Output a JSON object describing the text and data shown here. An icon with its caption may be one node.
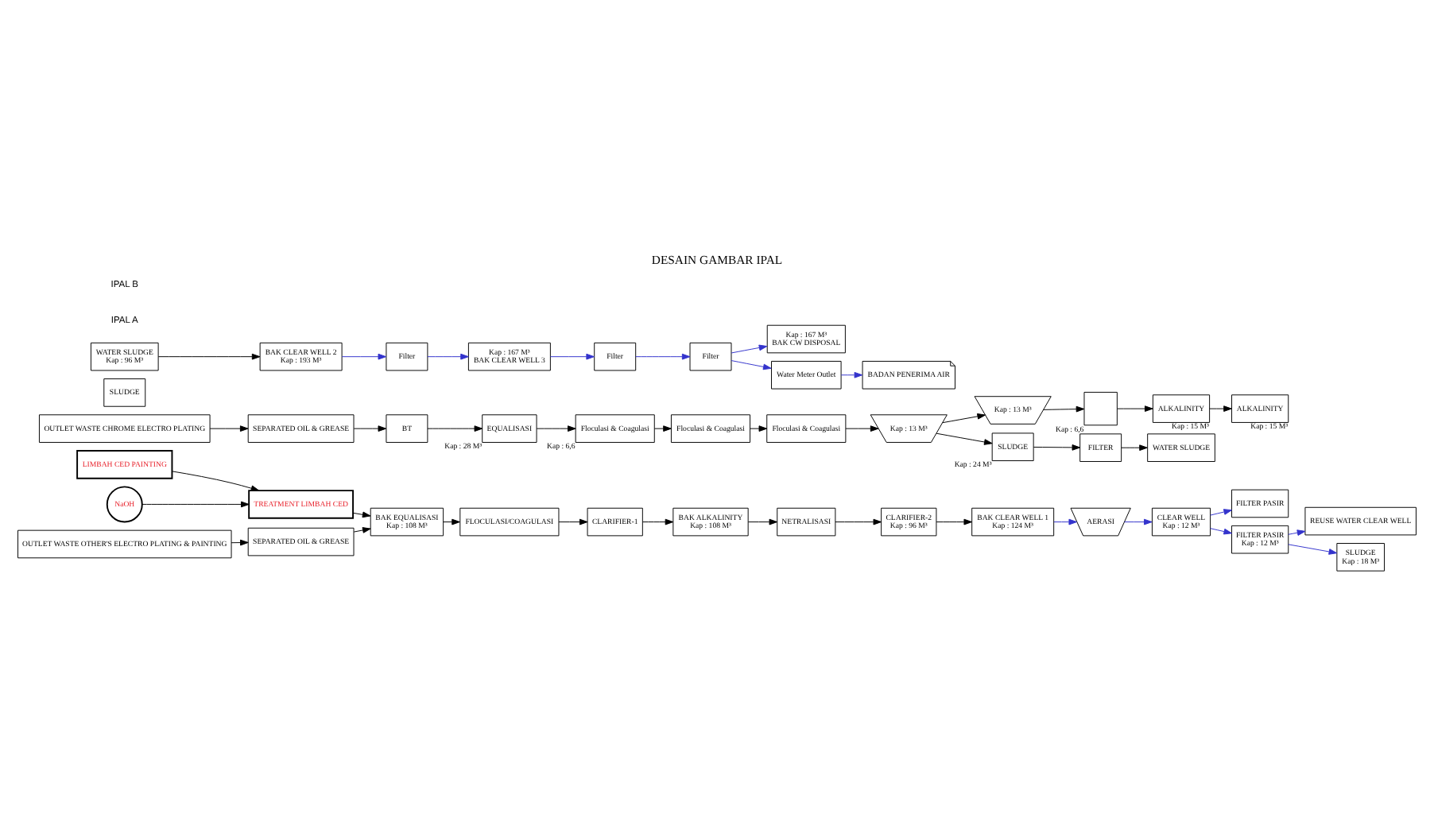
{
  "diagram": {
    "title": "DESAIN GAMBAR IPAL",
    "nodes": [
      {
        "text": [
          "LIMBAH CED PAINTING"
        ]
      },
      {
        "text": [
          "TREATMENT LIMBAH CED"
        ]
      },
      {
        "text": [
          "NaOH"
        ]
      },
      {
        "text": [
          "OUTLET WASTE OTHER'S ELECTRO PLATING & PAINTING"
        ]
      },
      {
        "text": [
          "SEPARATED OIL & GREASE"
        ]
      },
      {
        "text": [
          "OUTLET WASTE CHROME ELECTRO PLATING"
        ]
      },
      {
        "text": [
          "SEPARATED OIL & GREASE"
        ]
      },
      {
        "text": [
          "FLOCULASI/COAGULASI"
        ]
      },
      {
        "text": [
          "CLARIFIER-1"
        ]
      },
      {
        "text": [
          "NETRALISASI"
        ]
      },
      {
        "text": [
          "CLARIFIER-2",
          "Kap : 96 M³"
        ]
      },
      {
        "text": [
          "BAK EQUALISASI",
          "Kap : 108 M³"
        ]
      },
      {
        "text": [
          "BAK ALKALINITY",
          "Kap : 108 M³"
        ]
      },
      {
        "text": [
          "BAK CLEAR WELL 1",
          "Kap : 124 M³"
        ]
      },
      {
        "text": [
          "SLUDGE"
        ]
      },
      {
        "text": [
          "WATER SLUDGE",
          "Kap : 96 M³"
        ]
      },
      {
        "text": [
          "BAK CLEAR WELL 2",
          "Kap : 193 M³"
        ]
      },
      {
        "text": [
          "Kap : 167 M³",
          "BAK CLEAR WELL 3"
        ]
      },
      {
        "text": [
          "Kap : 167 M³",
          "BAK CW DISPOSAL"
        ]
      },
      {
        "text": [
          "Filter"
        ]
      },
      {
        "text": [
          "Filter"
        ]
      },
      {
        "text": [
          "Filter"
        ]
      },
      {
        "text": [
          "Water Meter Outlet"
        ]
      },
      {
        "text": [
          "BADAN PENERIMA AIR"
        ]
      },
      {
        "text": [
          "REUSE WATER CLEAR WELL"
        ]
      },
      {
        "text": [
          "AERASI"
        ]
      },
      {
        "text": [
          "CLEAR WELL",
          "Kap : 12 M³"
        ]
      },
      {
        "text": [
          "FILTER PASIR"
        ]
      },
      {
        "text": [
          "FILTER PASIR",
          "Kap : 12 M³"
        ]
      },
      {
        "text": [
          "SLUDGE",
          "Kap : 18 M³"
        ]
      },
      {
        "text": [
          "Floculasi & Coagulasi"
        ]
      },
      {
        "text": [
          "Floculasi & Coagulasi"
        ]
      },
      {
        "text": [
          "Floculasi & Coagulasi"
        ],
        "beside": [
          "Kap : 6,6"
        ]
      },
      {
        "text": [
          "Kap : 13 M³"
        ]
      },
      {
        "text": [
          "Kap : 13 M³"
        ]
      },
      {
        "text": [],
        "shape": "box",
        "beside": [
          "Kap : 6,6"
        ]
      },
      {
        "text": [
          "EQUALISASI"
        ],
        "beside": [
          "Kap : 28 M³"
        ]
      },
      {
        "text": [
          "SLUDGE"
        ],
        "beside": [
          "Kap : 24 M³"
        ]
      },
      {
        "text": [
          "FILTER"
        ]
      },
      {
        "text": [
          "WATER SLUDGE"
        ]
      },
      {
        "text": [
          "ALKALINITY"
        ],
        "beside": [
          "Kap : 15 M³"
        ]
      },
      {
        "text": [
          "ALKALINITY"
        ],
        "beside": [
          "Kap : 15 M³"
        ]
      },
      {
        "text": [
          "BT"
        ]
      }
    ],
    "edges": [
      {
        "from": 0,
        "to": 1,
        "arrow": "to"
      },
      {
        "from": 2,
        "to": 1,
        "arrow": "to"
      },
      {
        "from": 1,
        "to": 11,
        "arrow": "to"
      },
      {
        "from": 3,
        "to": 4,
        "arrow": "to"
      },
      {
        "from": 5,
        "to": 6,
        "arrow": "to"
      },
      {
        "from": 4,
        "to": 11,
        "arrow": "to"
      },
      {
        "from": 6,
        "to": 42,
        "arrow": "to"
      },
      {
        "from": 42,
        "to": 36,
        "arrow": "to"
      },
      {
        "from": 11,
        "to": 7,
        "arrow": "to"
      },
      {
        "from": 7,
        "to": 8,
        "arrow": "to"
      },
      {
        "from": 8,
        "to": 12,
        "arrow": "to"
      },
      {
        "from": 12,
        "to": 9,
        "arrow": "to"
      },
      {
        "from": 9,
        "to": 10,
        "arrow": "to"
      },
      {
        "from": 10,
        "to": 13,
        "arrow": "to"
      },
      {
        "from": 13,
        "to": 25,
        "arrow": "to",
        "color": "#3333cc"
      },
      {
        "from": 25,
        "to": 26,
        "arrow": "to",
        "color": "#3333cc"
      },
      {
        "from": 26,
        "to": 27,
        "arrow": "to",
        "color": "#3333cc"
      },
      {
        "from": 26,
        "to": 28,
        "arrow": "to",
        "color": "#3333cc"
      },
      {
        "from": 28,
        "to": 29,
        "arrow": "to",
        "color": "#3333cc"
      },
      {
        "from": 28,
        "to": 24,
        "arrow": "to",
        "color": "#3333cc"
      },
      {
        "from": 15,
        "to": 16,
        "arrow": "to"
      },
      {
        "from": 16,
        "to": 19,
        "arrow": "to",
        "color": "#3333cc"
      },
      {
        "from": 19,
        "to": 17,
        "arrow": "to",
        "color": "#3333cc"
      },
      {
        "from": 17,
        "to": 20,
        "arrow": "to",
        "color": "#3333cc"
      },
      {
        "from": 20,
        "to": 21,
        "arrow": "to",
        "color": "#3333cc"
      },
      {
        "from": 21,
        "to": 18,
        "arrow": "to",
        "color": "#3333cc"
      },
      {
        "from": 21,
        "to": 22,
        "arrow": "to",
        "color": "#3333cc"
      },
      {
        "from": 22,
        "to": 23,
        "arrow": "to",
        "color": "#3333cc"
      },
      {
        "from": 36,
        "to": 32,
        "arrow": "to"
      },
      {
        "from": 32,
        "to": 31,
        "arrow": "to"
      },
      {
        "from": 31,
        "to": 30,
        "arrow": "to"
      },
      {
        "from": 30,
        "to": 33,
        "arrow": "to"
      },
      {
        "from": 33,
        "to": 34,
        "arrow": "to"
      },
      {
        "from": 33,
        "to": 37,
        "arrow": "to"
      },
      {
        "from": 37,
        "to": 38,
        "arrow": "to"
      },
      {
        "from": 38,
        "to": 39,
        "arrow": "to"
      },
      {
        "from": 34,
        "to": 35,
        "arrow": "to"
      },
      {
        "from": 35,
        "to": 40,
        "arrow": "to"
      },
      {
        "from": 40,
        "to": 41,
        "arrow": "to"
      }
    ],
    "labels": [
      "IPAL A",
      "IPAL B"
    ]
  }
}
